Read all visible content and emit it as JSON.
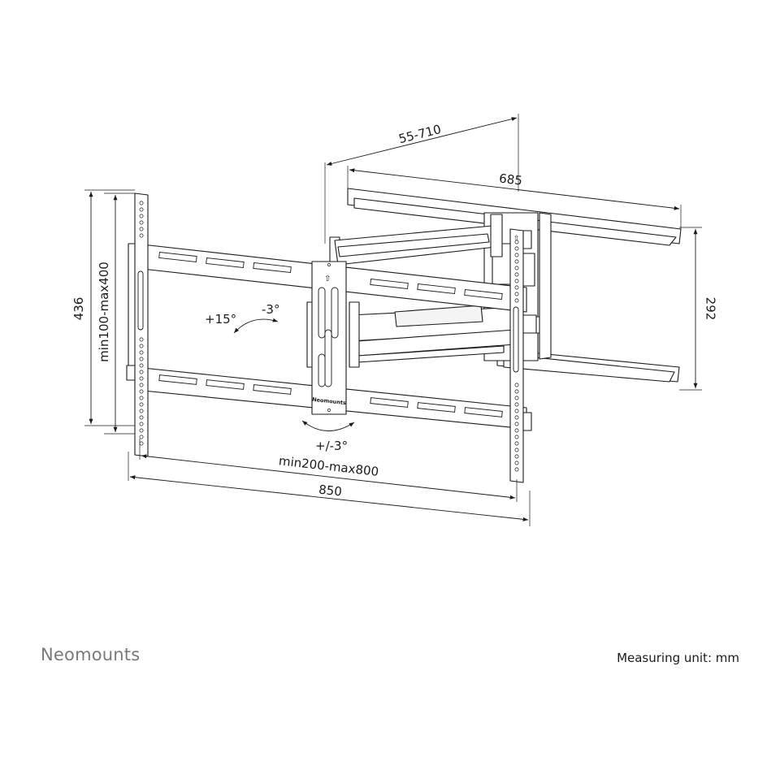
{
  "dimensions": {
    "depth_range": "55-710",
    "arm_width": "685",
    "wall_plate_height": "292",
    "plate_height": "436",
    "vertical_pattern": "min100-max400",
    "horizontal_pattern": "min200-max800",
    "plate_width": "850"
  },
  "angles": {
    "tilt_up": "+15°",
    "tilt_down": "-3°",
    "rotation": "+/-3°"
  },
  "product_stamp": "Neomounts",
  "footer": {
    "brand": "Neomounts",
    "measuring_unit": "Measuring unit: mm"
  }
}
